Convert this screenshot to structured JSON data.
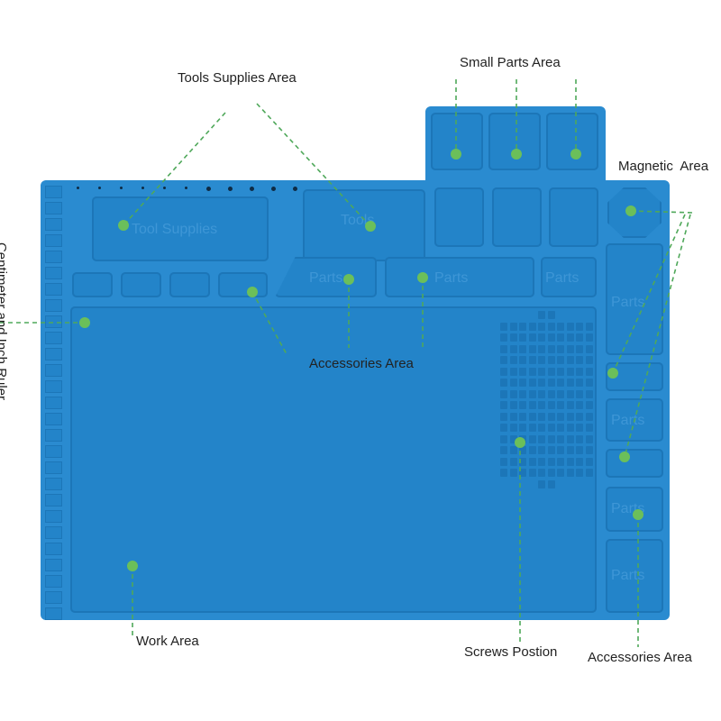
{
  "labels": {
    "tools_supplies": "Tools Supplies Area",
    "small_parts": "Small Parts Area",
    "magnetic": "Magnetic  Area",
    "ruler": "Centimeter and Inch Ruler",
    "accessories_mid": "Accessories Area",
    "work": "Work Area",
    "screws": "Screws Postion",
    "accessories_right": "Accessories Area"
  },
  "embossed": {
    "tool_supplies": "Tool Supplies",
    "tools": "Tools",
    "parts": "Parts"
  },
  "colors": {
    "mat": "#2a8bd0",
    "marker": "#6bbf5a"
  }
}
